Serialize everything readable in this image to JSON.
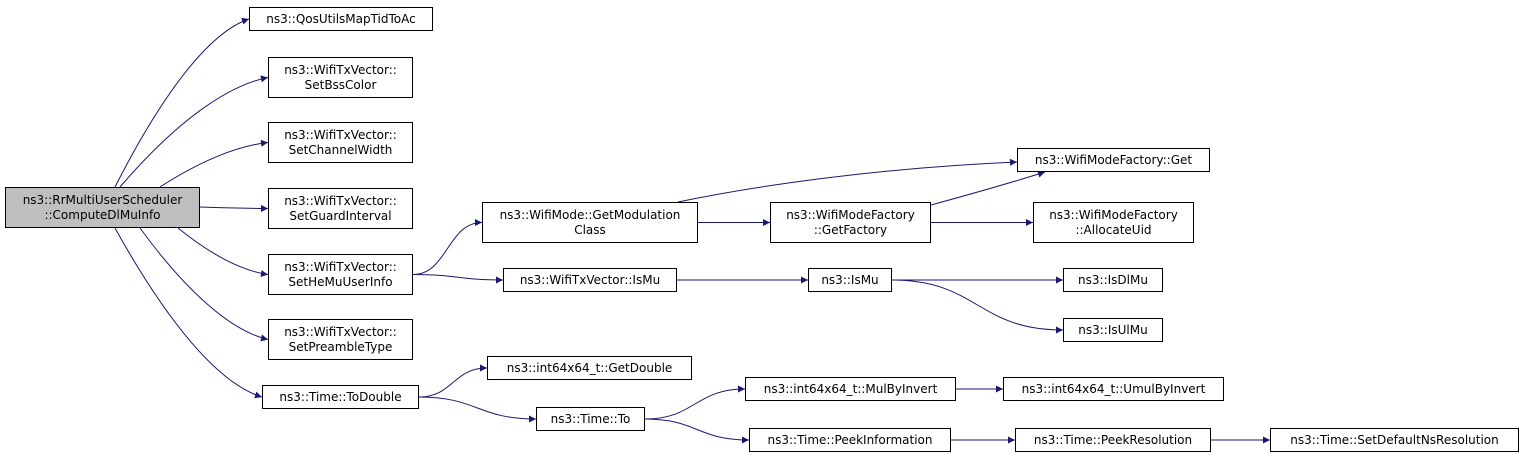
{
  "colors": {
    "edge": "#191970",
    "root_fill": "#bfbfbf",
    "node_fill": "#ffffff",
    "node_border": "#000000"
  },
  "nodes": [
    {
      "id": "root",
      "lines": [
        "ns3::RrMultiUserScheduler",
        "::ComputeDlMuInfo"
      ],
      "root": true
    },
    {
      "id": "qos",
      "lines": [
        "ns3::QosUtilsMapTidToAc"
      ]
    },
    {
      "id": "bsscolor",
      "lines": [
        "ns3::WifiTxVector::",
        "SetBssColor"
      ]
    },
    {
      "id": "chanwidth",
      "lines": [
        "ns3::WifiTxVector::",
        "SetChannelWidth"
      ]
    },
    {
      "id": "guard",
      "lines": [
        "ns3::WifiTxVector::",
        "SetGuardInterval"
      ]
    },
    {
      "id": "hemu",
      "lines": [
        "ns3::WifiTxVector::",
        "SetHeMuUserInfo"
      ]
    },
    {
      "id": "preamble",
      "lines": [
        "ns3::WifiTxVector::",
        "SetPreambleType"
      ]
    },
    {
      "id": "todouble",
      "lines": [
        "ns3::Time::ToDouble"
      ]
    },
    {
      "id": "getmod",
      "lines": [
        "ns3::WifiMode::GetModulation",
        "Class"
      ]
    },
    {
      "id": "txismu",
      "lines": [
        "ns3::WifiTxVector::IsMu"
      ]
    },
    {
      "id": "getdouble",
      "lines": [
        "ns3::int64x64_t::GetDouble"
      ]
    },
    {
      "id": "timeto",
      "lines": [
        "ns3::Time::To"
      ]
    },
    {
      "id": "getfactory",
      "lines": [
        "ns3::WifiModeFactory",
        "::GetFactory"
      ]
    },
    {
      "id": "ismu",
      "lines": [
        "ns3::IsMu"
      ]
    },
    {
      "id": "mulbyinv",
      "lines": [
        "ns3::int64x64_t::MulByInvert"
      ]
    },
    {
      "id": "peekinfo",
      "lines": [
        "ns3::Time::PeekInformation"
      ]
    },
    {
      "id": "factget",
      "lines": [
        "ns3::WifiModeFactory::Get"
      ]
    },
    {
      "id": "allocuid",
      "lines": [
        "ns3::WifiModeFactory",
        "::AllocateUid"
      ]
    },
    {
      "id": "isdlmu",
      "lines": [
        "ns3::IsDlMu"
      ]
    },
    {
      "id": "isulmu",
      "lines": [
        "ns3::IsUlMu"
      ]
    },
    {
      "id": "umulbyinv",
      "lines": [
        "ns3::int64x64_t::UmulByInvert"
      ]
    },
    {
      "id": "peekres",
      "lines": [
        "ns3::Time::PeekResolution"
      ]
    },
    {
      "id": "setdefres",
      "lines": [
        "ns3::Time::SetDefaultNsResolution"
      ]
    }
  ],
  "edges": [
    [
      "root",
      "qos"
    ],
    [
      "root",
      "bsscolor"
    ],
    [
      "root",
      "chanwidth"
    ],
    [
      "root",
      "guard"
    ],
    [
      "root",
      "hemu"
    ],
    [
      "root",
      "preamble"
    ],
    [
      "root",
      "todouble"
    ],
    [
      "hemu",
      "getmod"
    ],
    [
      "hemu",
      "txismu"
    ],
    [
      "getmod",
      "factget"
    ],
    [
      "getmod",
      "getfactory"
    ],
    [
      "getfactory",
      "factget"
    ],
    [
      "getfactory",
      "allocuid"
    ],
    [
      "txismu",
      "ismu"
    ],
    [
      "ismu",
      "isdlmu"
    ],
    [
      "ismu",
      "isulmu"
    ],
    [
      "todouble",
      "getdouble"
    ],
    [
      "todouble",
      "timeto"
    ],
    [
      "timeto",
      "mulbyinv"
    ],
    [
      "timeto",
      "peekinfo"
    ],
    [
      "mulbyinv",
      "umulbyinv"
    ],
    [
      "peekinfo",
      "peekres"
    ],
    [
      "peekres",
      "setdefres"
    ]
  ]
}
